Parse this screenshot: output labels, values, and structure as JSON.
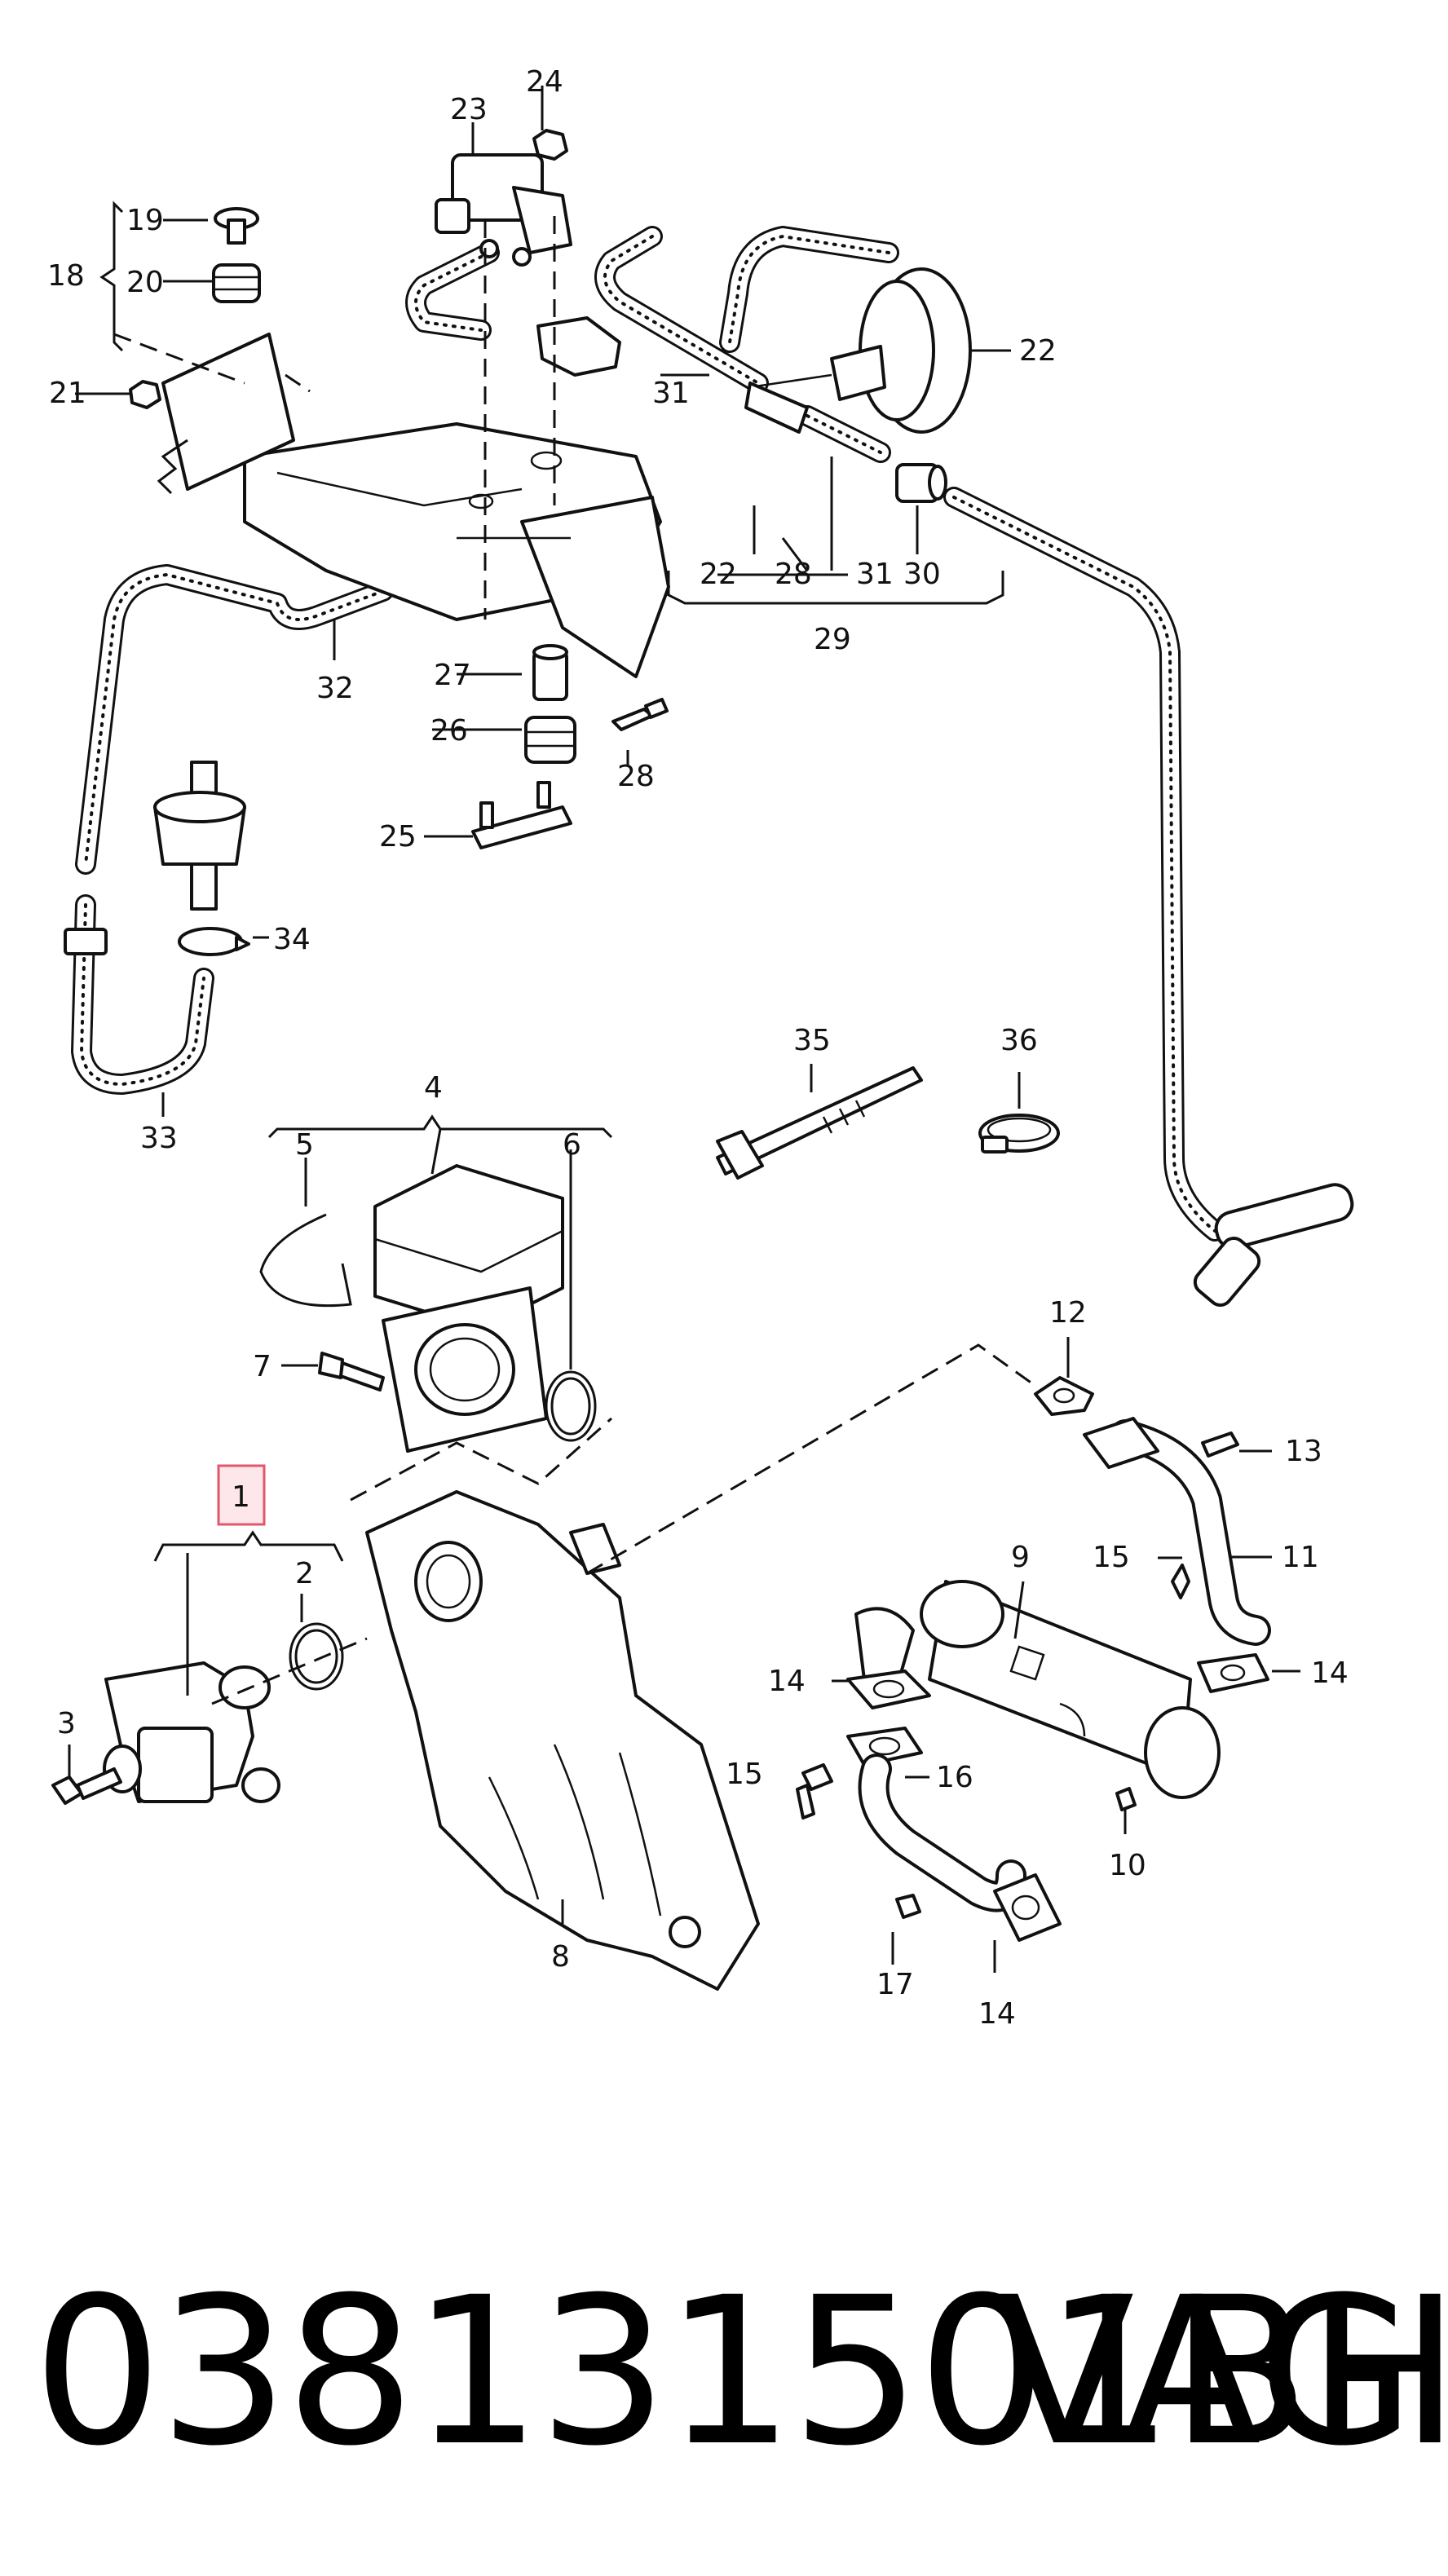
{
  "callouts": {
    "n1": "1",
    "n2": "2",
    "n3": "3",
    "n4": "4",
    "n5": "5",
    "n6": "6",
    "n7": "7",
    "n8": "8",
    "n9": "9",
    "n10": "10",
    "n11": "11",
    "n12": "12",
    "n13": "13",
    "n14a": "14",
    "n14b": "14",
    "n14c": "14",
    "n15a": "15",
    "n15b": "15",
    "n16": "16",
    "n17": "17",
    "n18": "18",
    "n19": "19",
    "n20": "20",
    "n21": "21",
    "n22a": "22",
    "n22b": "22",
    "n23": "23",
    "n24": "24",
    "n25": "25",
    "n26": "26",
    "n27": "27",
    "n28a": "28",
    "n28b": "28",
    "n29": "29",
    "n30": "30",
    "n31a": "31",
    "n31b": "31",
    "n32": "32",
    "n33": "33",
    "n34": "34",
    "n35": "35",
    "n36": "36"
  },
  "highlight": {
    "part": "1",
    "color": "#e2576b",
    "fill": "#fde7ea"
  },
  "footer": {
    "part_number": "038131501BH",
    "brand": "VAG"
  }
}
